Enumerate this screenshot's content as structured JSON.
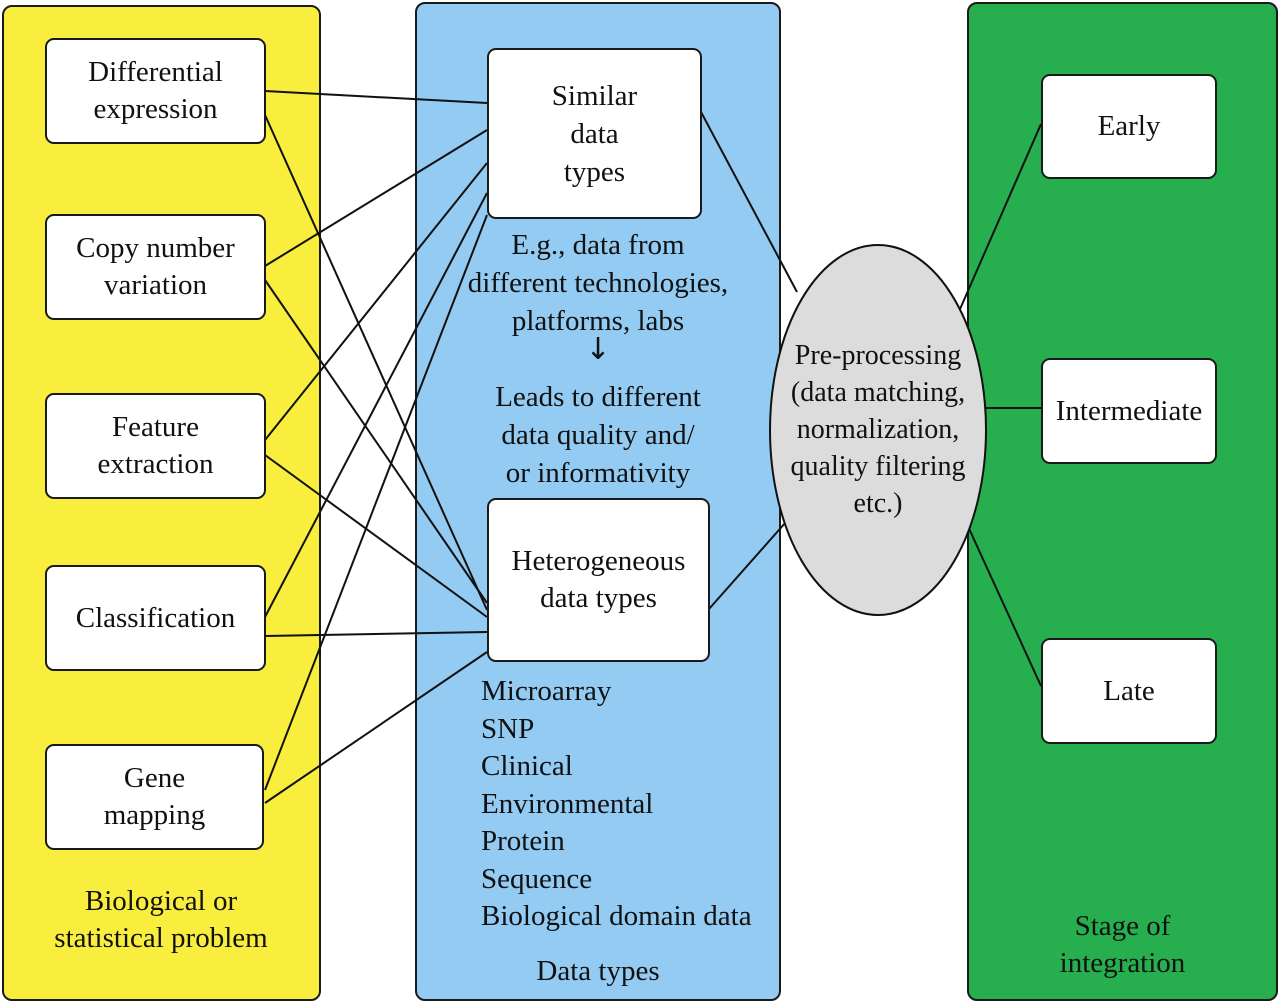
{
  "colors": {
    "problem_panel": "#f9ee3d",
    "data_panel": "#93cbf2",
    "stage_panel": "#27ae4f",
    "box_fill": "#ffffff",
    "ellipse_fill": "#dcdcdc",
    "line": "#111111"
  },
  "problem_panel": {
    "title": "Biological or\nstatistical problem",
    "items": [
      {
        "id": "differential-expression",
        "label": "Differential\nexpression"
      },
      {
        "id": "copy-number-variation",
        "label": "Copy number\nvariation"
      },
      {
        "id": "feature-extraction",
        "label": "Feature\nextraction"
      },
      {
        "id": "classification",
        "label": "Classification"
      },
      {
        "id": "gene-mapping",
        "label": "Gene\nmapping"
      }
    ]
  },
  "data_panel": {
    "title": "Data types",
    "similar_box": "Similar\ndata\ntypes",
    "similar_note": "E.g., data from\ndifferent technologies,\nplatforms, labs",
    "arrow_icon": "↓",
    "consequence_note": "Leads to different\ndata quality and/\nor informativity",
    "heterogeneous_box": "Heterogeneous\ndata types",
    "heterogeneous_examples": [
      "Microarray",
      "SNP",
      "Clinical",
      "Environmental",
      "Protein",
      "Sequence",
      "Biological domain data"
    ]
  },
  "preprocessing": {
    "label": "Pre-processing\n(data matching,\nnormalization,\nquality filtering\netc.)"
  },
  "stage_panel": {
    "title": "Stage of\nintegration",
    "items": [
      {
        "id": "early",
        "label": "Early"
      },
      {
        "id": "intermediate",
        "label": "Intermediate"
      },
      {
        "id": "late",
        "label": "Late"
      }
    ]
  },
  "connections": [
    {
      "from": "differential-expression",
      "to": "similar-data-types"
    },
    {
      "from": "differential-expression",
      "to": "heterogeneous-data-types"
    },
    {
      "from": "copy-number-variation",
      "to": "similar-data-types"
    },
    {
      "from": "copy-number-variation",
      "to": "heterogeneous-data-types"
    },
    {
      "from": "feature-extraction",
      "to": "similar-data-types"
    },
    {
      "from": "feature-extraction",
      "to": "heterogeneous-data-types"
    },
    {
      "from": "classification",
      "to": "similar-data-types"
    },
    {
      "from": "classification",
      "to": "heterogeneous-data-types"
    },
    {
      "from": "gene-mapping",
      "to": "similar-data-types"
    },
    {
      "from": "gene-mapping",
      "to": "heterogeneous-data-types"
    },
    {
      "from": "similar-data-types",
      "to": "pre-processing"
    },
    {
      "from": "heterogeneous-data-types",
      "to": "pre-processing"
    },
    {
      "from": "pre-processing",
      "to": "early"
    },
    {
      "from": "pre-processing",
      "to": "intermediate"
    },
    {
      "from": "pre-processing",
      "to": "late"
    }
  ]
}
